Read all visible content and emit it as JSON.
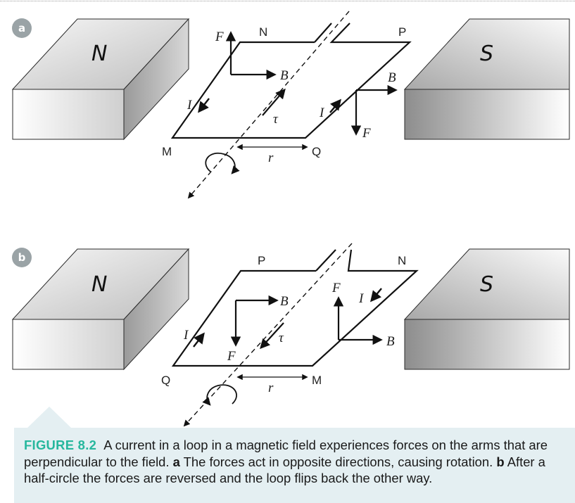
{
  "panels": [
    {
      "badge": "a",
      "magnet_left": "N",
      "magnet_right": "S",
      "corners": {
        "top_left": "N",
        "top_right": "P",
        "bottom_left": "M",
        "bottom_right": "Q"
      },
      "labels": {
        "force_left": "F",
        "field_left": "B",
        "current_left": "I",
        "torque": "τ",
        "current_right": "I",
        "field_right": "B",
        "force_right": "F",
        "radius": "r"
      }
    },
    {
      "badge": "b",
      "magnet_left": "N",
      "magnet_right": "S",
      "corners": {
        "top_left": "P",
        "top_right": "N",
        "bottom_left": "Q",
        "bottom_right": "M"
      },
      "labels": {
        "force_left": "F",
        "field_left": "B",
        "current_left": "I",
        "torque": "τ",
        "current_right": "I",
        "field_right": "B",
        "force_right": "F",
        "radius": "r"
      }
    }
  ],
  "caption": {
    "figure_label": "FIGURE 8.2",
    "text_1": "A current in a loop in a magnetic field experiences forces on the arms that are perpendicular to the field.",
    "part_a_marker": "a",
    "part_a_text": "The forces act in opposite directions, causing rotation.",
    "part_b_marker": "b",
    "part_b_text": "After a half-circle the forces are reversed and the loop flips back the other way."
  },
  "colors": {
    "badge": "#9aa3a6",
    "caption_bg": "#e4eff2",
    "caption_label": "#26b79d"
  }
}
